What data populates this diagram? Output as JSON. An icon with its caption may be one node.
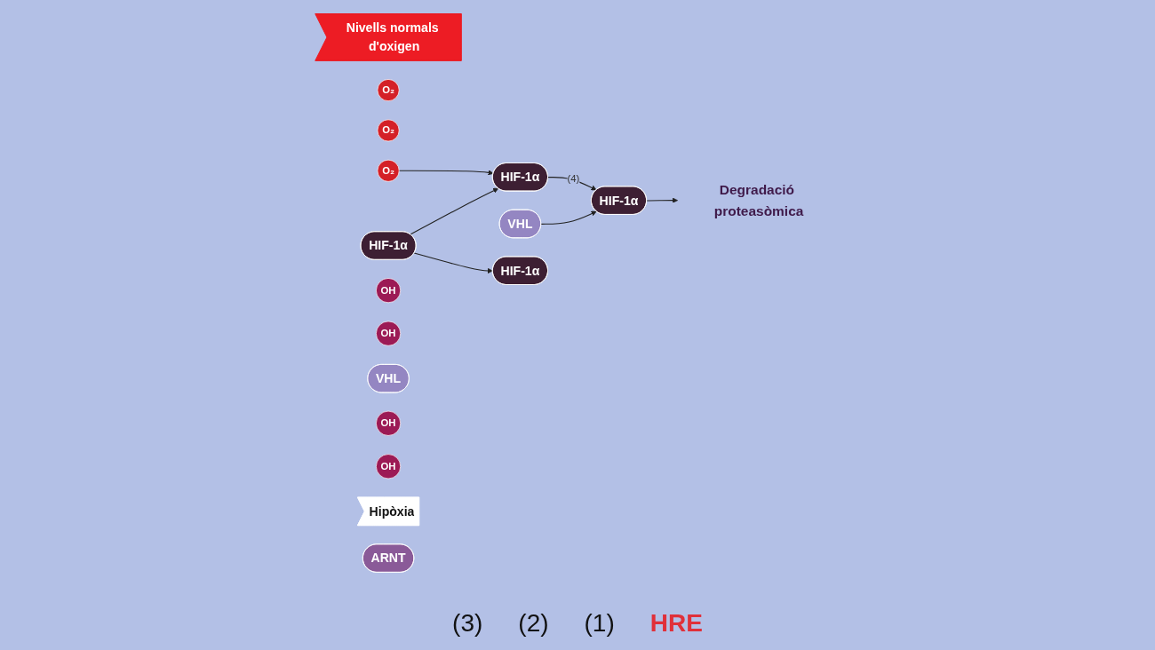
{
  "diagram": {
    "nodes": [
      {
        "text": [
          "Nivells normals d'oxigen"
        ]
      },
      {
        "text": [
          "O₂"
        ]
      },
      {
        "text": [
          "O₂"
        ]
      },
      {
        "text": [
          "O₂"
        ]
      },
      {
        "text": [
          "HIF-1α"
        ]
      },
      {
        "text": [
          "OH"
        ]
      },
      {
        "text": [
          "OH"
        ]
      },
      {
        "text": [
          "HIF-1α"
        ]
      },
      {
        "text": [
          "VHL"
        ]
      },
      {
        "text": [
          "VHL"
        ]
      },
      {
        "text": [
          "OH"
        ]
      },
      {
        "text": [
          "OH"
        ]
      },
      {
        "text": [
          "HIF-1α"
        ]
      },
      {
        "text": [
          "Degradació proteasòmica"
        ]
      },
      {
        "text": [
          "Hipòxia"
        ]
      },
      {
        "text": [
          "HIF-1α"
        ]
      },
      {
        "text": [
          "ARNT"
        ]
      }
    ],
    "edges": [
      {
        "from": 4,
        "to": 7,
        "arrow": "to"
      },
      {
        "from": 3,
        "to": 7,
        "arrow": "to"
      },
      {
        "from": 7,
        "to": 12,
        "label": "(4)",
        "arrow": "to"
      },
      {
        "from": 8,
        "to": 12,
        "arrow": "to"
      },
      {
        "from": 12,
        "to": 13,
        "arrow": "to"
      },
      {
        "from": 4,
        "to": 15,
        "arrow": "to"
      }
    ],
    "labels": [
      "(3)",
      "(2)",
      "(1)",
      "HRE"
    ]
  }
}
